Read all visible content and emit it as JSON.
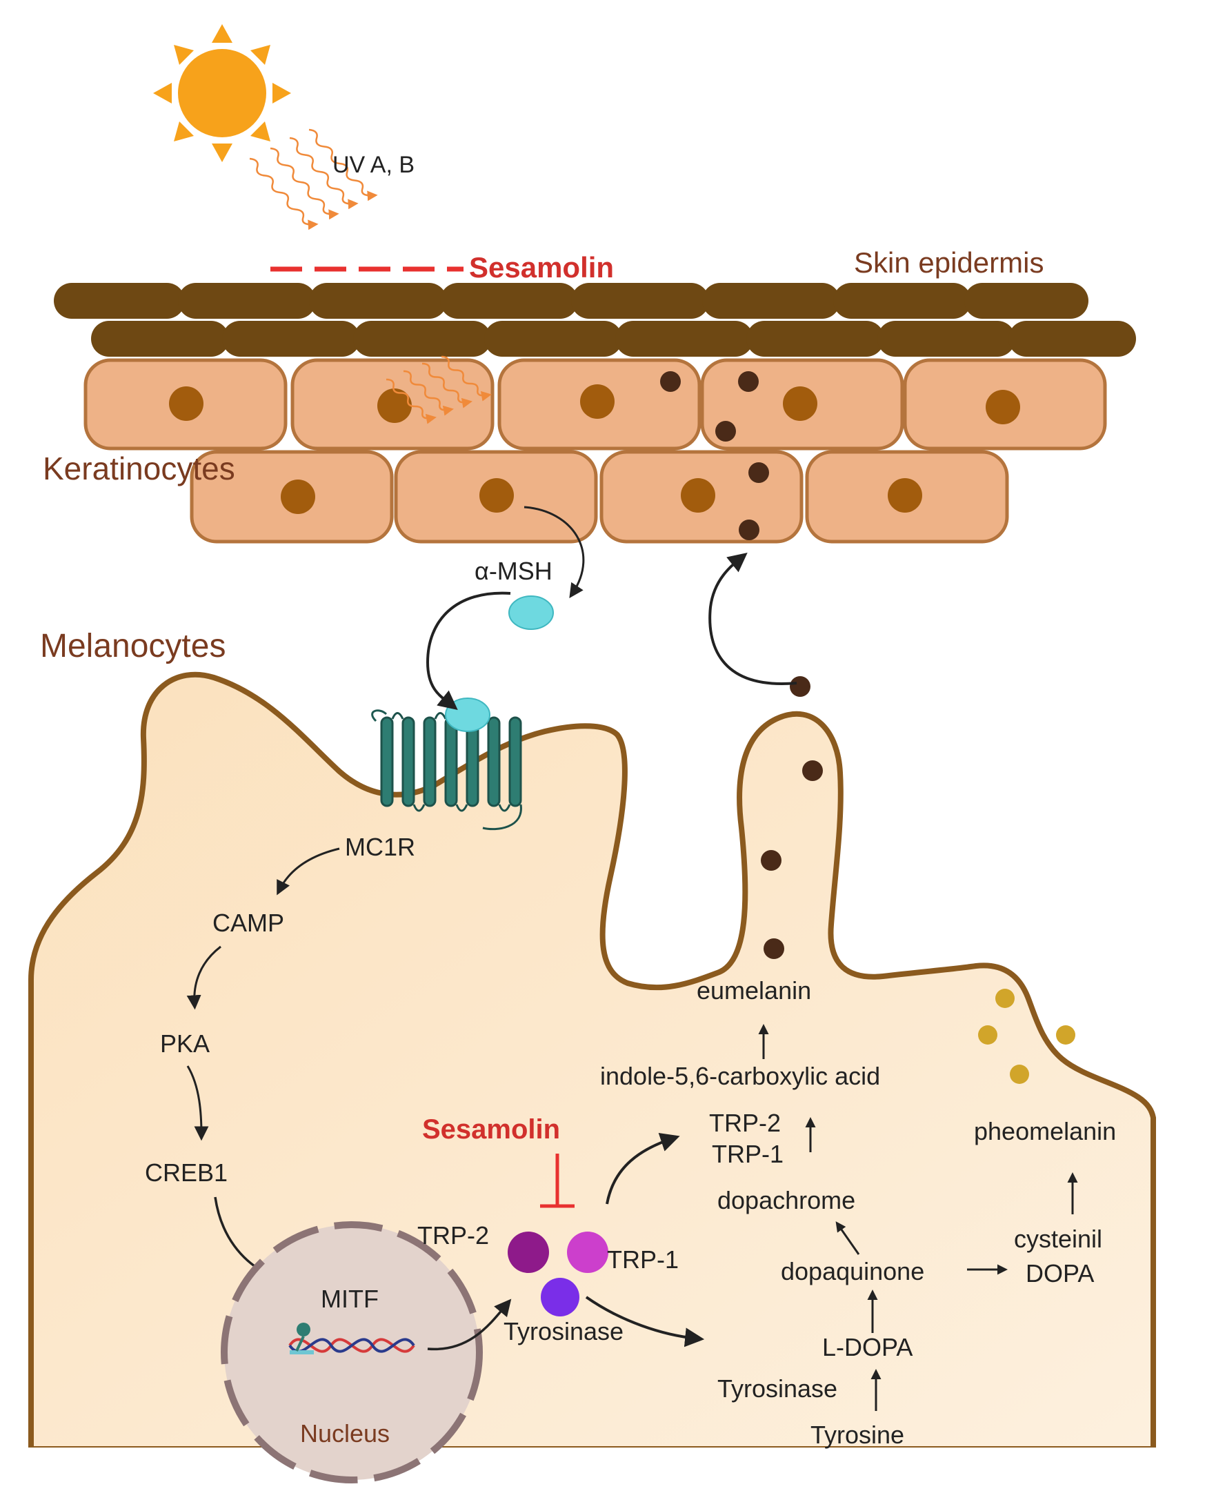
{
  "labels": {
    "uv": "UV A, B",
    "sesamolin_top": "Sesamolin",
    "skin_epidermis": "Skin epidermis",
    "keratinocytes": "Keratinocytes",
    "alpha_msh": "α-MSH",
    "melanocytes": "Melanocytes",
    "mc1r": "MC1R",
    "camp": "CAMP",
    "pka": "PKA",
    "creb1": "CREB1",
    "mitf": "MITF",
    "nucleus": "Nucleus",
    "sesamolin_mid": "Sesamolin",
    "trp2_enzyme": "TRP-2",
    "trp1_enzyme": "TRP-1",
    "tyrosinase_enzyme": "Tyrosinase",
    "eumelanin": "eumelanin",
    "indole": "indole-5,6-carboxylic acid",
    "trp2_step": "TRP-2",
    "trp1_step": "TRP-1",
    "dopachrome": "dopachrome",
    "dopaquinone": "dopaquinone",
    "ldopa": "L-DOPA",
    "tyrosinase_step": "Tyrosinase",
    "tyrosine": "Tyrosine",
    "pheomelanin": "pheomelanin",
    "cysteinil": "cysteinil",
    "dopa": "DOPA"
  },
  "colors": {
    "sun": "#f7a21b",
    "uv_rays": "#f08a3a",
    "sesamolin": "#e8312f",
    "epidermis_layer": "#6e4813",
    "keratinocyte_fill": "#eeb287",
    "keratinocyte_border": "#b4743d",
    "nucleus_dot": "#a25c0d",
    "melanin_granule": "#4a2a18",
    "melanocyte_fill": "#fbe3c2",
    "melanocyte_border": "#8b5a1e",
    "receptor": "#2e7d72",
    "alpha_msh_ligand": "#6ed9e0",
    "brown_label": "#7a3b20",
    "trp2_ball": "#8e1a8a",
    "trp1_ball": "#cc3fcc",
    "tyrosinase_ball": "#7a2ee8",
    "pheomelanin_granule": "#d1a52a",
    "cell_nucleus": "#e3d3cc"
  }
}
